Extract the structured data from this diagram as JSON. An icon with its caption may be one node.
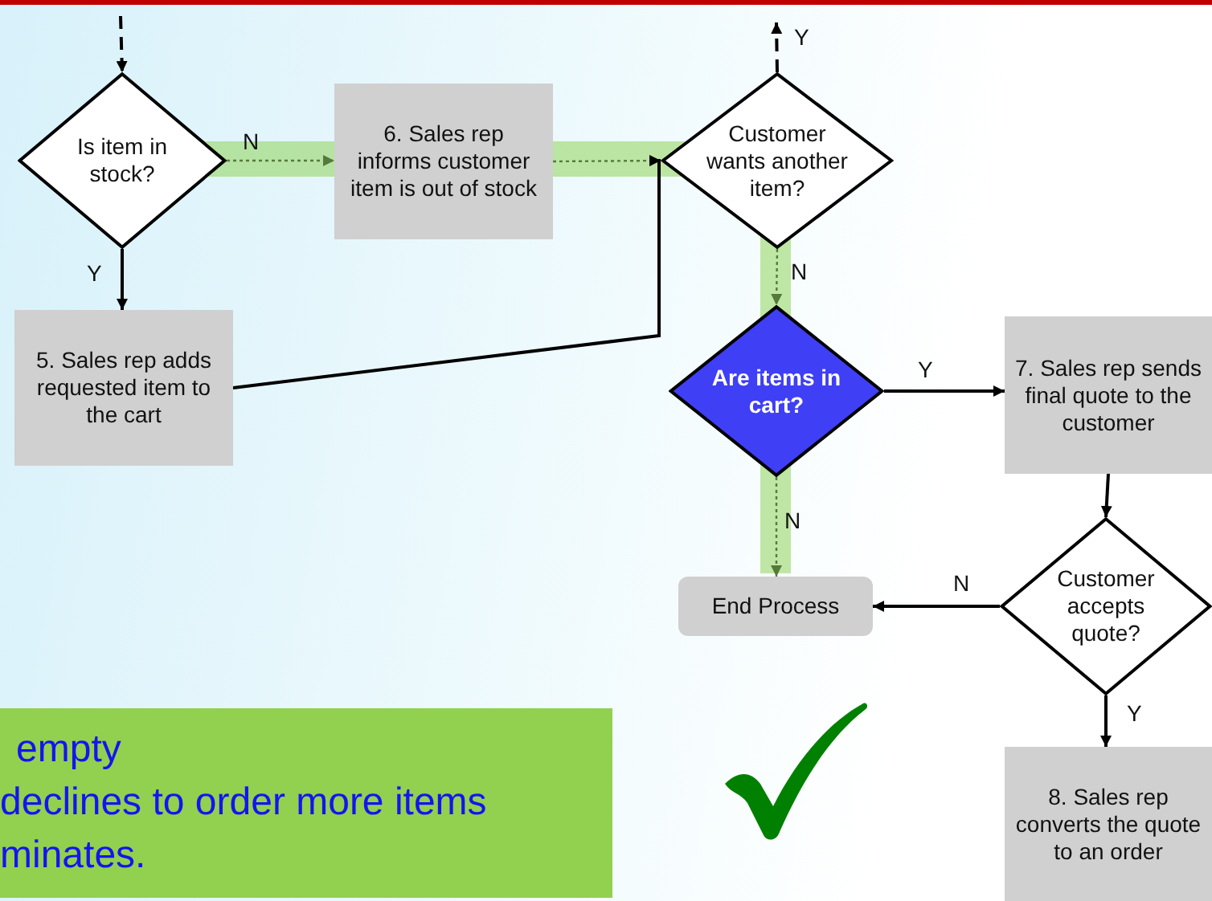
{
  "diagram": {
    "nodes": [
      {
        "text": [
          "Is item in stock?"
        ]
      },
      {
        "text": [
          "6. Sales rep informs customer item is out of stock"
        ]
      },
      {
        "text": [
          "Customer wants another item?"
        ]
      },
      {
        "text": [
          "5. Sales rep adds requested item to the cart"
        ]
      },
      {
        "text": [
          "Are items in cart?"
        ]
      },
      {
        "text": [
          "7. Sales rep sends final quote to the customer"
        ]
      },
      {
        "text": [
          "End Process"
        ]
      },
      {
        "text": [
          "Customer accepts quote?"
        ]
      },
      {
        "text": [
          "8. Sales rep converts the quote to an order"
        ]
      },
      {
        "text": [
          "empty",
          "declines to order more items",
          "minates."
        ]
      }
    ],
    "edges": [
      {
        "from": null,
        "to": 0,
        "arrow": "to",
        "style": "dashed"
      },
      {
        "from": 0,
        "to": 1,
        "arrow": "to",
        "label": "N",
        "style": "dashed",
        "color": "#557a3a"
      },
      {
        "from": 1,
        "to": 2,
        "arrow": "to",
        "style": "dashed",
        "color": "#557a3a"
      },
      {
        "from": 0,
        "to": 3,
        "arrow": "to",
        "label": "Y"
      },
      {
        "from": 3,
        "to": 2,
        "arrow": "to"
      },
      {
        "from": 2,
        "to": null,
        "arrow": "to",
        "label": "Y",
        "style": "dashed"
      },
      {
        "from": 2,
        "to": 4,
        "arrow": "to",
        "label": "N",
        "style": "dashed",
        "color": "#557a3a"
      },
      {
        "from": 4,
        "to": 5,
        "arrow": "to",
        "label": "Y"
      },
      {
        "from": 4,
        "to": 6,
        "arrow": "to",
        "label": "N",
        "style": "dashed",
        "color": "#557a3a"
      },
      {
        "from": 5,
        "to": 7,
        "arrow": "to"
      },
      {
        "from": 7,
        "to": 6,
        "arrow": "to",
        "label": "N"
      },
      {
        "from": 7,
        "to": 8,
        "arrow": "to",
        "label": "Y"
      }
    ]
  }
}
